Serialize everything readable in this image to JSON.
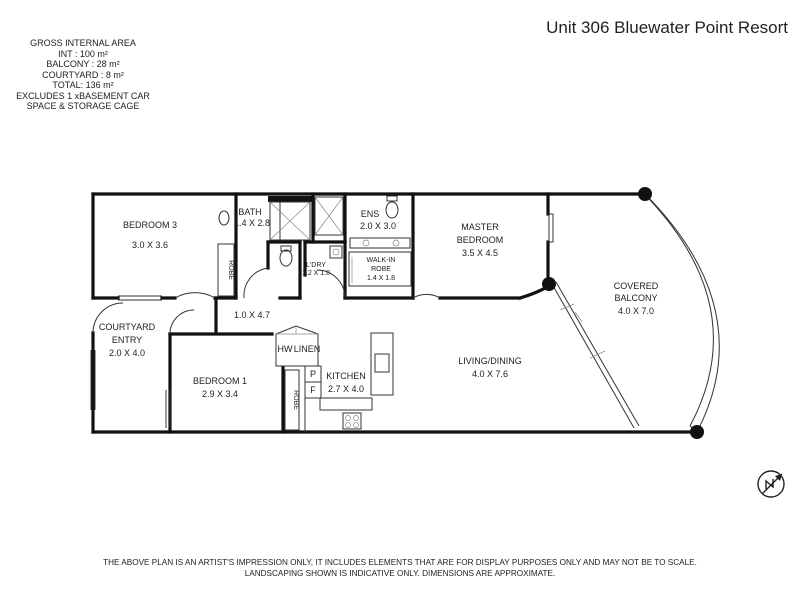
{
  "title": "Unit 306 Bluewater Point Resort",
  "area_summary": [
    "GROSS INTERNAL AREA",
    "INT : 100 m²",
    "BALCONY : 28 m²",
    "COURTYARD : 8 m²",
    "TOTAL: 136 m²",
    "EXCLUDES 1 xBASEMENT CAR",
    "SPACE & STORAGE CAGE"
  ],
  "rooms": {
    "bedroom3": {
      "name": "BEDROOM 3",
      "dims": "3.0 X 3.6"
    },
    "bath": {
      "name": "BATH",
      "dims": "1.4 X 2.8"
    },
    "ens": {
      "name": "ENS",
      "dims": "2.0 X 3.0"
    },
    "master": {
      "name1": "MASTER",
      "name2": "BEDROOM",
      "dims": "3.5 X 4.5"
    },
    "balcony": {
      "name1": "COVERED",
      "name2": "BALCONY",
      "dims": "4.0 X 7.0"
    },
    "ldry": {
      "name": "L'DRY",
      "dims": "1.2 X 1.8"
    },
    "walkin": {
      "name1": "WALK-IN",
      "name2": "ROBE",
      "dims": "1.4 X 1.8"
    },
    "hall": {
      "dims": "1.0 X 4.7"
    },
    "courtyard": {
      "name1": "COURTYARD",
      "name2": "ENTRY",
      "dims": "2.0 X 4.0"
    },
    "bedroom1": {
      "name": "BEDROOM 1",
      "dims": "2.9 X 3.4"
    },
    "kitchen": {
      "name": "KITCHEN",
      "dims": "2.7 X 4.0"
    },
    "living": {
      "name": "LIVING/DINING",
      "dims": "4.0 X 7.6"
    }
  },
  "fixtures": {
    "robe_label": "ROBE",
    "hw_label": "HW",
    "linen_label": "LINEN",
    "pantry_label": "P",
    "fridge_label": "F"
  },
  "disclaimer": [
    "THE ABOVE PLAN IS AN ARTIST'S IMPRESSION ONLY, IT INCLUDES ELEMENTS THAT ARE FOR DISPLAY PURPOSES ONLY AND MAY NOT BE TO SCALE.",
    "LANDSCAPING SHOWN IS INDICATIVE ONLY. DIMENSIONS ARE APPROXIMATE."
  ]
}
